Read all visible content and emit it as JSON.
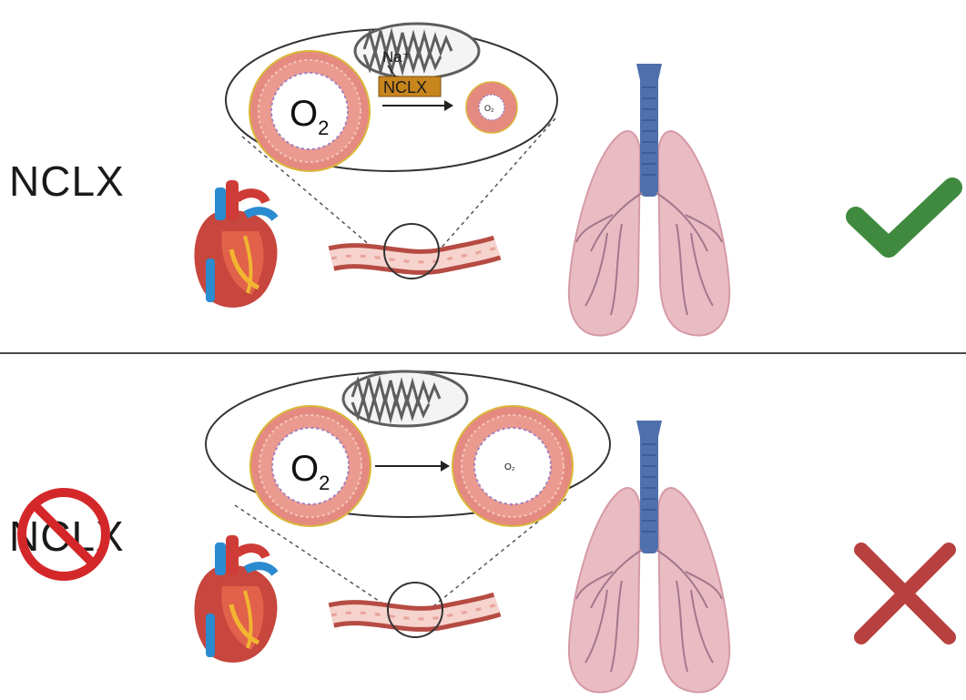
{
  "rows": [
    {
      "label": "NCLX",
      "vessel_large_label": "O",
      "vessel_large_sub": "2",
      "vessel_small_label": "O₂",
      "transporter_label": "NCLX",
      "ion_label": "Na⁺",
      "outcome_icon": "check-icon",
      "outcome_color": "#3f8a3e"
    },
    {
      "label": "NCLX",
      "vessel_large_label": "O",
      "vessel_large_sub": "2",
      "vessel_small_label": "O₂",
      "inhibition_icon": "no-symbol-icon",
      "outcome_icon": "cross-icon",
      "outcome_color": "#b8403f"
    }
  ],
  "colors": {
    "vessel": "#e58a80",
    "vessel_inner": "#f3b3ab",
    "transporter": "#c8851c",
    "lung": "#e9bcc3",
    "trachea": "#4f70ad",
    "divider": "#4a4a4a",
    "no_symbol": "#d4272a"
  }
}
